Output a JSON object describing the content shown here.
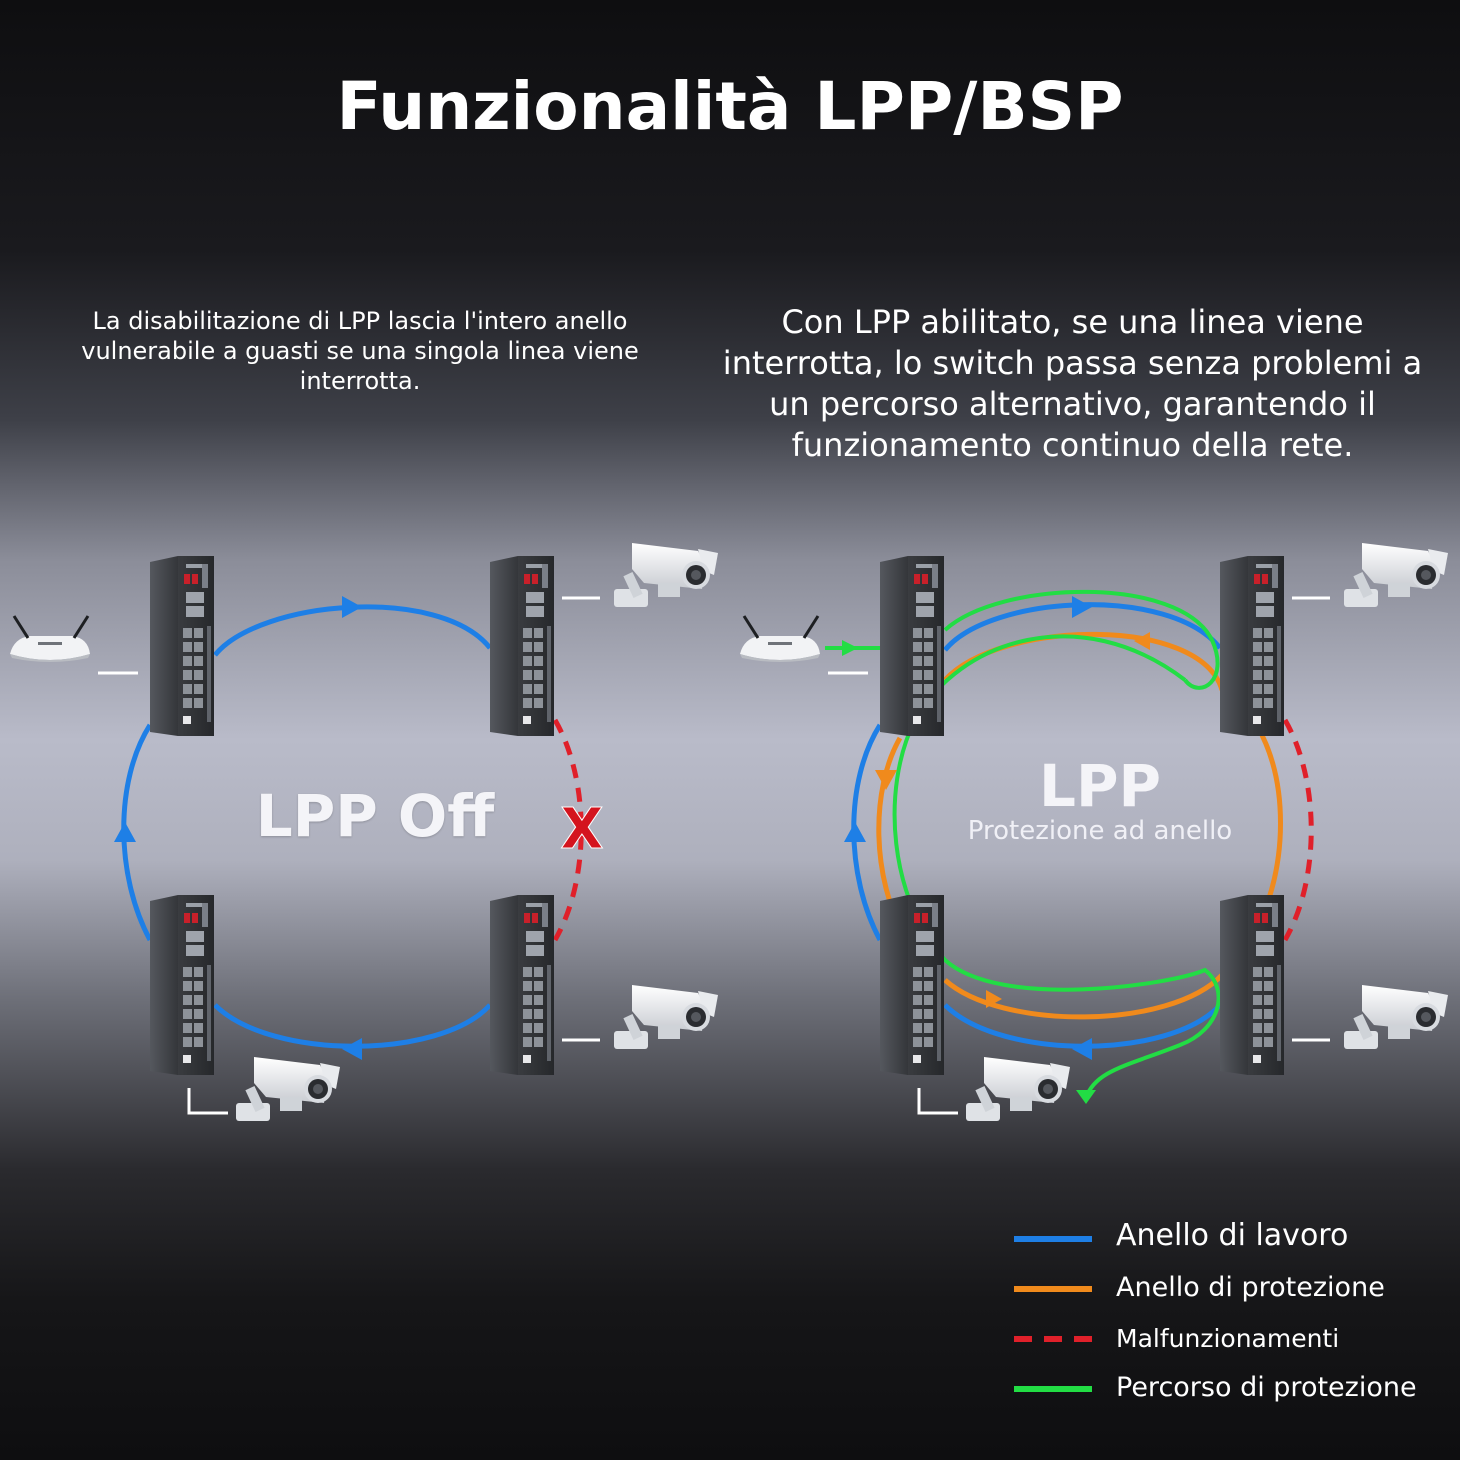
{
  "title": "Funzionalità LPP/BSP",
  "left_panel": {
    "description": "La disabilitazione di LPP lascia l'intero anello vulnerabile a guasti se una singola linea viene interrotta.",
    "center_label": "LPP Off",
    "fault_mark": "X"
  },
  "right_panel": {
    "description": "Con LPP abilitato, se una linea viene interrotta, lo switch passa senza problemi a un percorso alternativo, garantendo il funzionamento continuo della rete.",
    "center_label": "LPP",
    "center_sublabel": "Protezione ad anello"
  },
  "legend": [
    {
      "label": "Anello di lavoro",
      "color": "#1e7fe6",
      "style": "solid"
    },
    {
      "label": "Anello di protezione",
      "color": "#f08a1c",
      "style": "solid"
    },
    {
      "label": "Malfunzionamenti",
      "color": "#e0202a",
      "style": "dashed"
    },
    {
      "label": "Percorso di protezione",
      "color": "#22dd44",
      "style": "solid"
    }
  ],
  "icons": [
    "router-icon",
    "industrial-switch-icon",
    "security-camera-icon"
  ]
}
